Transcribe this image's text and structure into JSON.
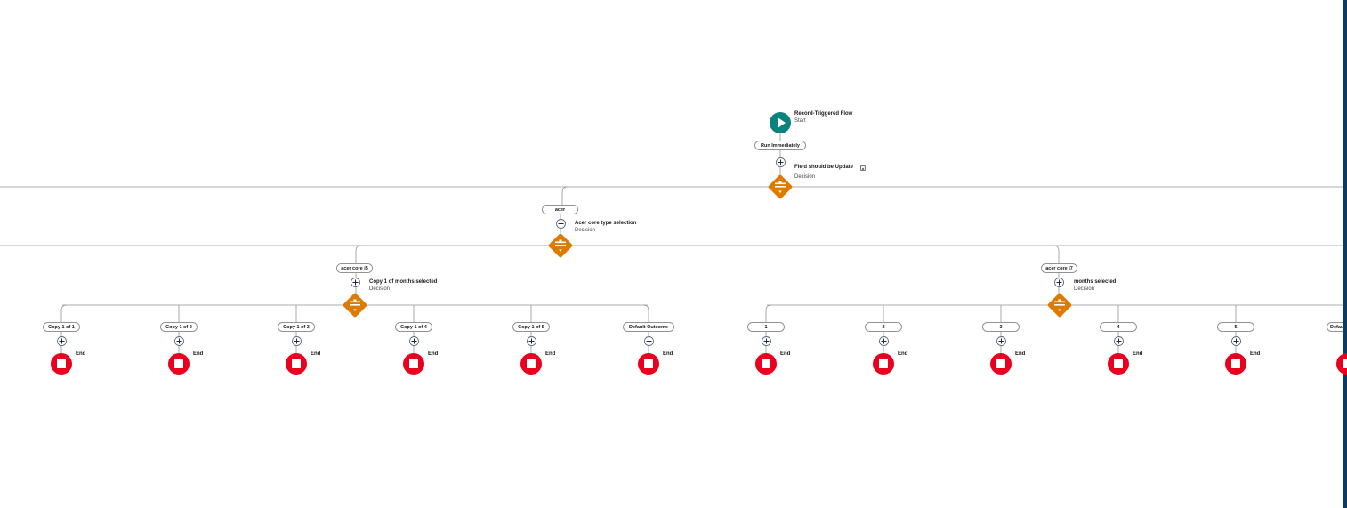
{
  "start": {
    "title": "Record-Triggered Flow",
    "subtitle": "Start",
    "color": "#0b827c",
    "run_label": "Run Immediately"
  },
  "decision1": {
    "title": "Field should be Update",
    "subtitle": "Decision",
    "color": "#dd7a01"
  },
  "branch_acer": {
    "label": "acer"
  },
  "decision2": {
    "title": "Acer core type selection",
    "subtitle": "Decision"
  },
  "branch_i5": {
    "label": "acer core i5"
  },
  "branch_i7": {
    "label": "acer core i7"
  },
  "decision3": {
    "title": "Copy 1 of months selected",
    "subtitle": "Decision"
  },
  "decision4": {
    "title": "months selected",
    "subtitle": "Decision"
  },
  "i5_outcomes": [
    "Copy 1 of 1",
    "Copy 1 of 2",
    "Copy 1 of 3",
    "Copy 1 of 4",
    "Copy 1 of 5",
    "Default Outcome"
  ],
  "i7_outcomes": [
    "1",
    "2",
    "3",
    "4",
    "5",
    "Default Outcome"
  ],
  "end_label": "End",
  "colors": {
    "end": "#ea001e",
    "line": "#939393",
    "canvas_edge": "#0b3a62"
  }
}
